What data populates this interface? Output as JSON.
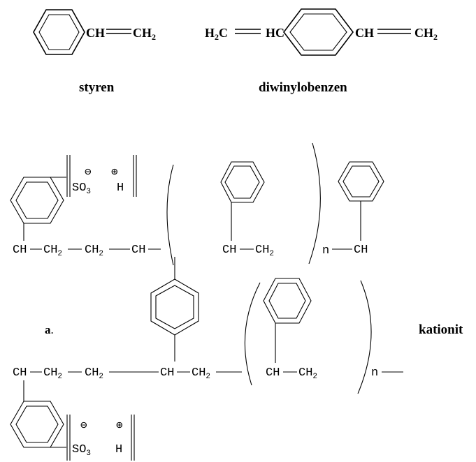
{
  "monomers": {
    "styrene": {
      "vinyl_ch": "CH",
      "vinyl_ch2": "CH",
      "vinyl_ch2_sub": "2",
      "name": "styren"
    },
    "divinylbenzene": {
      "left_h2c_h": "H",
      "left_h2c_sub": "2",
      "left_h2c_c": "C",
      "left_hc": "HC",
      "right_ch": "CH",
      "right_ch2": "CH",
      "right_ch2_sub": "2",
      "name": "diwinylobenzen"
    }
  },
  "polymer": {
    "top_sulfo": {
      "minus_sign": "⊖",
      "plus_sign": "⊕",
      "so3": "SO",
      "so3_sub": "3",
      "h": "H"
    },
    "top_chain": {
      "ch1": "CH",
      "ch2a": "CH",
      "ch2a_sub": "2",
      "ch2b": "CH",
      "ch2b_sub": "2",
      "ch3": "CH",
      "repeat_ch": "CH",
      "repeat_ch2": "CH",
      "repeat_ch2_sub": "2",
      "n": "n",
      "end_ch": "CH"
    },
    "label_a": "a",
    "label_a_dot": ".",
    "resin_name": "kationit",
    "bottom_chain": {
      "ch1": "CH",
      "ch2a": "CH",
      "ch2a_sub": "2",
      "ch2b": "CH",
      "ch2b_sub": "2",
      "ch3": "CH",
      "ch2c": "CH",
      "ch2c_sub": "2",
      "repeat_ch": "CH",
      "repeat_ch2": "CH",
      "repeat_ch2_sub": "2",
      "n": "n"
    },
    "bottom_sulfo": {
      "minus_sign": "⊖",
      "plus_sign": "⊕",
      "so3": "SO",
      "so3_sub": "3",
      "h": "H"
    }
  }
}
